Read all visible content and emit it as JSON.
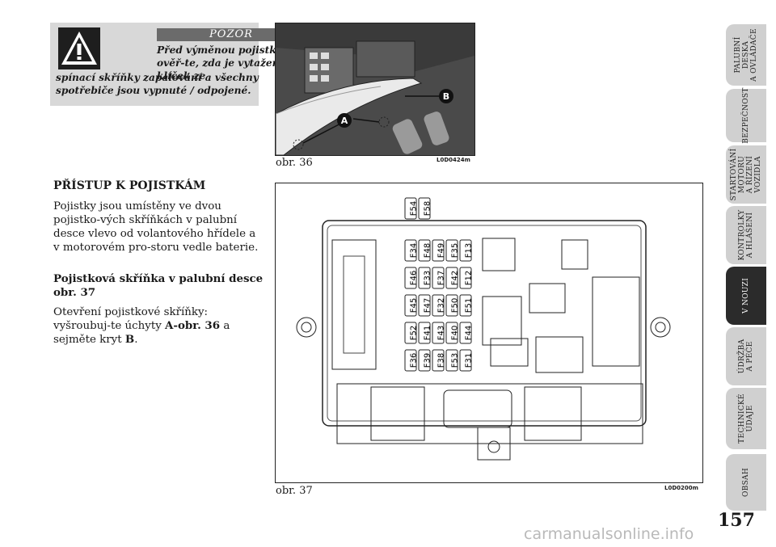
{
  "warning": {
    "title": "POZOR",
    "line1": "Před výměnou pojistky ověř-te, zda je vytažený klíček ze",
    "line2": "spínací skříňky zapalování a všechny spotřebiče jsou vypnuté / odpojené."
  },
  "fig36": {
    "caption": "obr. 36",
    "code": "L0D0424m",
    "label_a": "A",
    "label_b": "B"
  },
  "section_title": "PŘÍSTUP K POJISTKÁM",
  "para1": "Pojistky jsou umístěny ve dvou pojistko-vých skříňkách v palubní desce vlevo od volantového hřídele a v motorovém pro-storu vedle baterie.",
  "subheading": "Pojistková skříňka v palubní desce obr. 37",
  "para2": {
    "text": "Otevření pojistkové skříňky: vyšroubuj-te úchyty ",
    "ref": "A-obr. 36",
    "mid": " a sejměte kryt ",
    "b": "B",
    "end": "."
  },
  "fig37": {
    "caption": "obr. 37",
    "code": "L0D0200m",
    "top_fuses": [
      "F54",
      "F58"
    ],
    "fuse_columns": [
      [
        "F34",
        "F46",
        "F45",
        "F52",
        "F36"
      ],
      [
        "F48",
        "F33",
        "F47",
        "F41",
        "F39"
      ],
      [
        "F49",
        "F37",
        "F32",
        "F43",
        "F38"
      ],
      [
        "F35",
        "F42",
        "F50",
        "F40",
        "F53"
      ],
      [
        "F13",
        "F12",
        "F51",
        "F44",
        "F31"
      ]
    ]
  },
  "tabs": [
    {
      "label": "PALUBNÍ\nDESKA\nA OVLÁDAČE",
      "active": false
    },
    {
      "label": "BEZPEČNOST",
      "active": false
    },
    {
      "label": "STARTOVÁNÍ\nMOTORU\nA ŘÍZENÍ\nVOZIDLA",
      "active": false
    },
    {
      "label": "KONTROLKY\nA HLÁŠENÍ",
      "active": false
    },
    {
      "label": "V NOUZI",
      "active": true
    },
    {
      "label": "ÚDRŽBA\nA PÉČE",
      "active": false
    },
    {
      "label": "TECHNICKÉ\nÚDAJE",
      "active": false
    },
    {
      "label": "OBSAH",
      "active": false
    }
  ],
  "page_number": "157",
  "watermark": "carmanualsonline.info"
}
